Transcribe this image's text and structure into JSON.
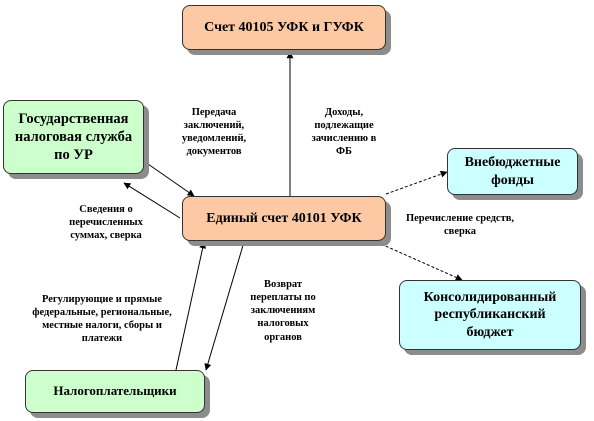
{
  "nodes": {
    "ufk_gufk": "Счет 40105 УФК и ГУФК",
    "tax_service": "Государственная налоговая служба по УР",
    "single_account": "Единый счет 40101 УФК",
    "offbudget": "Внебюджетные фонды",
    "consolidated": "Консолидированный республиканский бюджет",
    "taxpayers": "Налогоплательщики"
  },
  "labels": {
    "transfer_conclusions": "Передача заключений, уведомлений, документов",
    "income_fb": "Доходы, подлежащие зачислению в ФБ",
    "info_amounts": "Сведения о перечисленных суммах, сверка",
    "transfer_funds": "Перечисление средств, сверка",
    "regulating_taxes": "Регулирующие и прямые федеральные, региональные, местные налоги, сборы и платежи",
    "refund": "Возврат переплаты по заключениям налоговых органов"
  },
  "colors": {
    "peach": "#fcc9a4",
    "green": "#ccffcc",
    "cyan": "#ccffff",
    "shadow": "#8c8c8c"
  }
}
